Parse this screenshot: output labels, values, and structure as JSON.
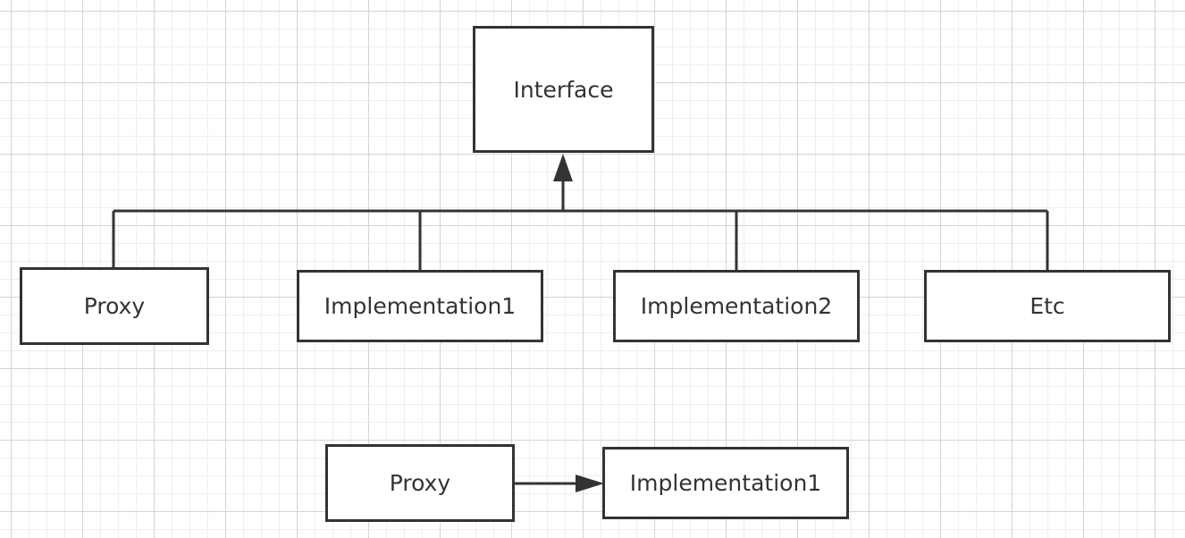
{
  "diagram": {
    "interface_label": "Interface",
    "hierarchy": {
      "proxy_label": "Proxy",
      "implementation1_label": "Implementation1",
      "implementation2_label": "Implementation2",
      "etc_label": "Etc"
    },
    "delegation": {
      "proxy_label": "Proxy",
      "implementation1_label": "Implementation1"
    }
  },
  "colors": {
    "stroke": "#333333",
    "node_fill": "#ffffff",
    "grid_major": "#d4d4d4",
    "grid_minor": "#eeeeee"
  }
}
